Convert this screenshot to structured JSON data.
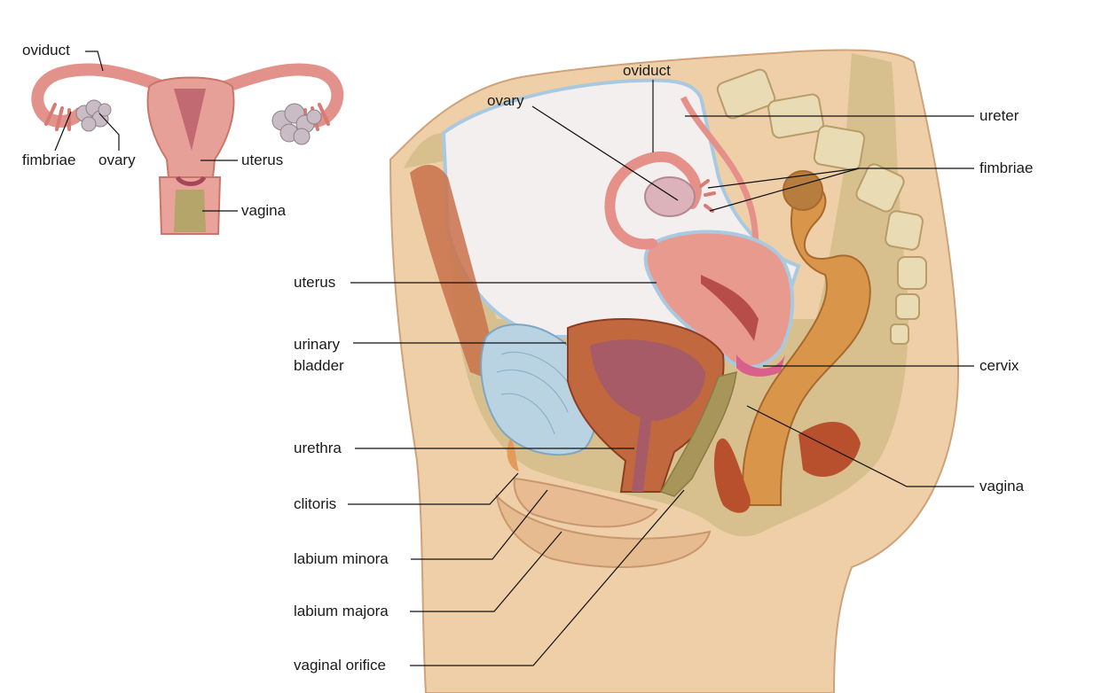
{
  "inset": {
    "labels": {
      "oviduct": "oviduct",
      "fimbriae": "fimbriae",
      "ovary": "ovary",
      "uterus": "uterus",
      "vagina": "vagina"
    }
  },
  "main": {
    "labels": {
      "oviduct": "oviduct",
      "ovary": "ovary",
      "ureter": "ureter",
      "fimbriae": "fimbriae",
      "uterus": "uterus",
      "urinary_bladder": "urinary\nbladder",
      "cervix": "cervix",
      "urethra": "urethra",
      "vagina": "vagina",
      "clitoris": "clitoris",
      "labium_minora": "labium minora",
      "labium_majora": "labium majora",
      "vaginal_orifice": "vaginal orifice"
    }
  },
  "colors": {
    "skin": "#eecfa8",
    "skin_shadow": "#d9ab7c",
    "fat_tissue": "#d8c08e",
    "uterus_pink": "#e99a8f",
    "bladder_blue": "#b9d3e3",
    "bowel_orange": "#d9964a",
    "muscle_red": "#b8502e",
    "cavity_mauve": "#a65b66",
    "membrane_blue": "#a9c9e0",
    "leader_line": "#111111"
  }
}
